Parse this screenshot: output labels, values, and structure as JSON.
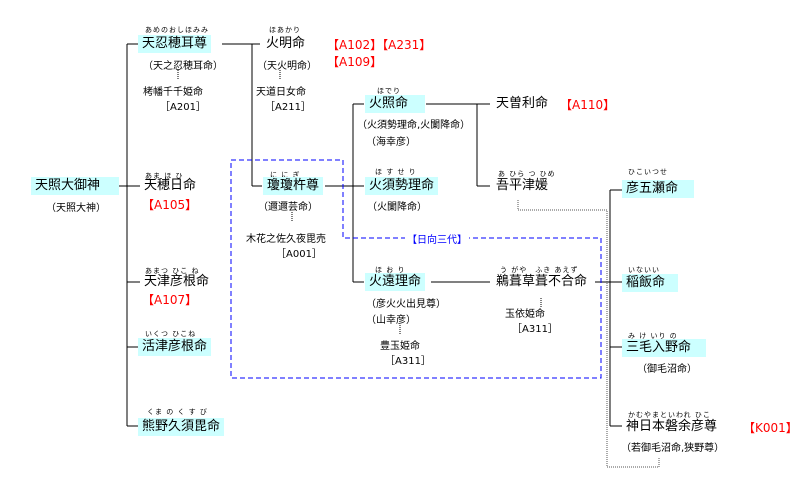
{
  "diagram": {
    "colors": {
      "highlight": "#ccffff",
      "code": "#ff0000",
      "region": "#0000ff"
    },
    "region_label": "【日向三代】",
    "people": {
      "amaterasu": {
        "name": "天照大御神",
        "alt": "（天照大神）"
      },
      "oshihomimi": {
        "ruby": "あめのおしほみみ",
        "name": "天忍穂耳尊",
        "alt": "（天之忍穂耳命）",
        "spouse": "栲幡千千姫命",
        "spouse_code": "［A201］"
      },
      "amenohohi": {
        "ruby": "あま ほ ひ",
        "name": "天穂日命",
        "code": "【A105】"
      },
      "amatsuhikone": {
        "ruby": "あまつ ひこ ね",
        "name": "天津彦根命",
        "code": "【A107】"
      },
      "ikutsuhikone": {
        "ruby": "いくつ ひこね",
        "name": "活津彦根命"
      },
      "kumanokusubi": {
        "ruby": "くま の く す び",
        "name": "熊野久須毘命"
      },
      "honoakari": {
        "ruby": "ほあかり",
        "name": "火明命",
        "alt": "（天火明命）",
        "code1": "【A102】【A231】",
        "code2": "【A109】",
        "spouse": "天道日女命",
        "spouse_code": "［A211］"
      },
      "ninigi": {
        "ruby": "に に ぎ",
        "name": "瓊瓊杵尊",
        "alt": "（邇邇芸命）",
        "spouse": "木花之佐久夜毘売",
        "spouse_code": "［A001］"
      },
      "hoderi": {
        "ruby": "ほでり",
        "name": "火照命",
        "alt1": "（火須勢理命,火闌降命）",
        "alt2": "（海幸彦）"
      },
      "hosuseri": {
        "ruby": "ほ す せ り",
        "name": "火須勢理命",
        "alt": "（火闌降命）"
      },
      "hoori": {
        "ruby": "ほ お り",
        "name": "火遠理命",
        "alt1": "（彦火火出見尊）",
        "alt2": "（山幸彦）",
        "spouse": "豊玉姫命",
        "spouse_code": "［A311］"
      },
      "amenosori": {
        "name": "天曽利命",
        "code": "【A110】"
      },
      "ahiratsuhime": {
        "ruby": "あ ひら つ ひめ",
        "name": "吾平津媛"
      },
      "ugaya": {
        "ruby": "う がや　ふき あえず",
        "name": "鵜葺草葺不合命",
        "spouse": "玉依姫命",
        "spouse_code": "［A311］"
      },
      "itsuse": {
        "ruby": "ひこいつせ",
        "name": "彦五瀬命"
      },
      "inai": {
        "ruby": "いないい",
        "name": "稲飯命"
      },
      "mikeirino": {
        "ruby": "み け いり の",
        "name": "三毛入野命",
        "alt": "（御毛沼命）"
      },
      "jimmu": {
        "ruby": "かむやまといわれ ひこ",
        "name": "神日本磐余彦尊",
        "alt": "（若御毛沼命,狭野尊）",
        "code": "【K001】"
      }
    }
  }
}
